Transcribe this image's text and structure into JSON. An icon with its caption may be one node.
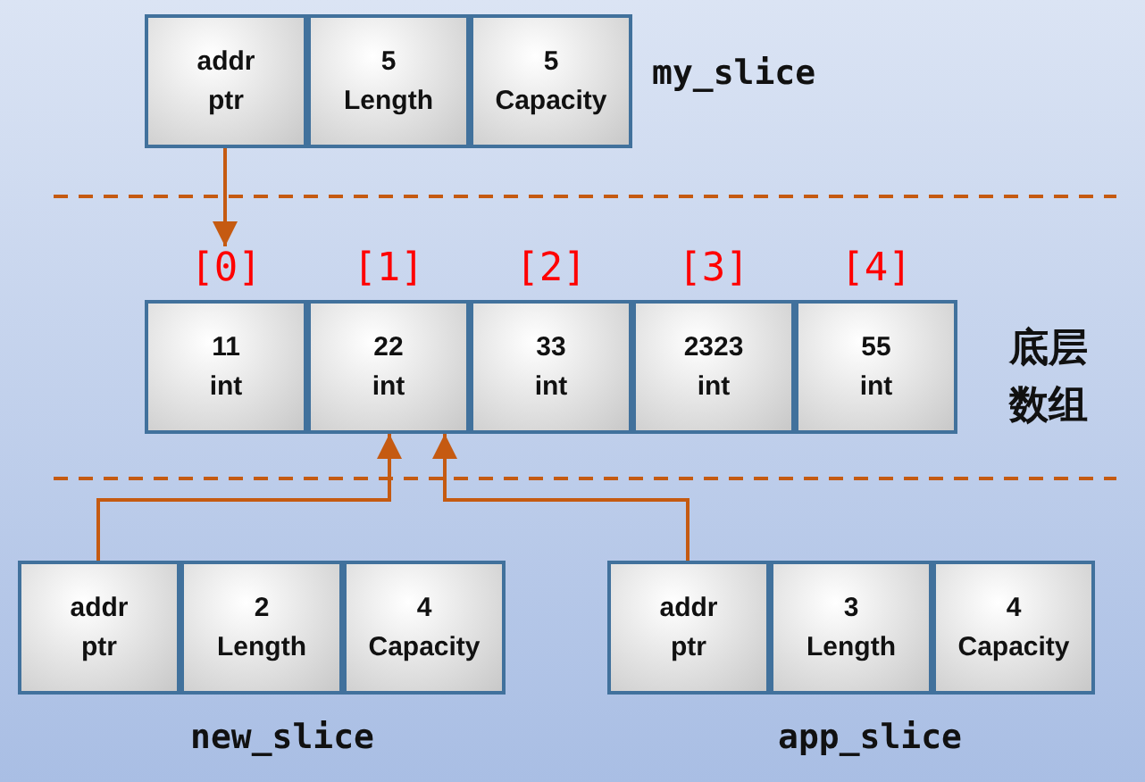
{
  "diagram": {
    "nodes": [
      {
        "text": [
          "addr ptr"
        ]
      },
      {
        "text": [
          "5 Length"
        ]
      },
      {
        "text": [
          "5 Capacity"
        ]
      },
      {
        "text": [
          "11 int"
        ],
        "beside": [
          "[0]"
        ]
      },
      {
        "text": [
          "22 int"
        ],
        "beside": [
          "[1]"
        ]
      },
      {
        "text": [
          "33 int"
        ],
        "beside": [
          "[2]"
        ]
      },
      {
        "text": [
          "2323 int"
        ],
        "beside": [
          "[3]"
        ]
      },
      {
        "text": [
          "55 int"
        ],
        "beside": [
          "[4]"
        ]
      },
      {
        "text": [
          "addr ptr"
        ]
      },
      {
        "text": [
          "2 Length"
        ]
      },
      {
        "text": [
          "4 Capacity"
        ]
      },
      {
        "text": [
          "addr ptr"
        ]
      },
      {
        "text": [
          "3 Length"
        ]
      },
      {
        "text": [
          "4 Capacity"
        ]
      }
    ],
    "edges": [
      {
        "from": 0,
        "to": 3,
        "arrow": "to"
      },
      {
        "from": 8,
        "to": 4,
        "arrow": "to"
      },
      {
        "from": 11,
        "to": 4,
        "arrow": "to"
      }
    ],
    "labels": [
      "my_slice",
      "底层数组",
      "new_slice",
      "app_slice"
    ]
  }
}
